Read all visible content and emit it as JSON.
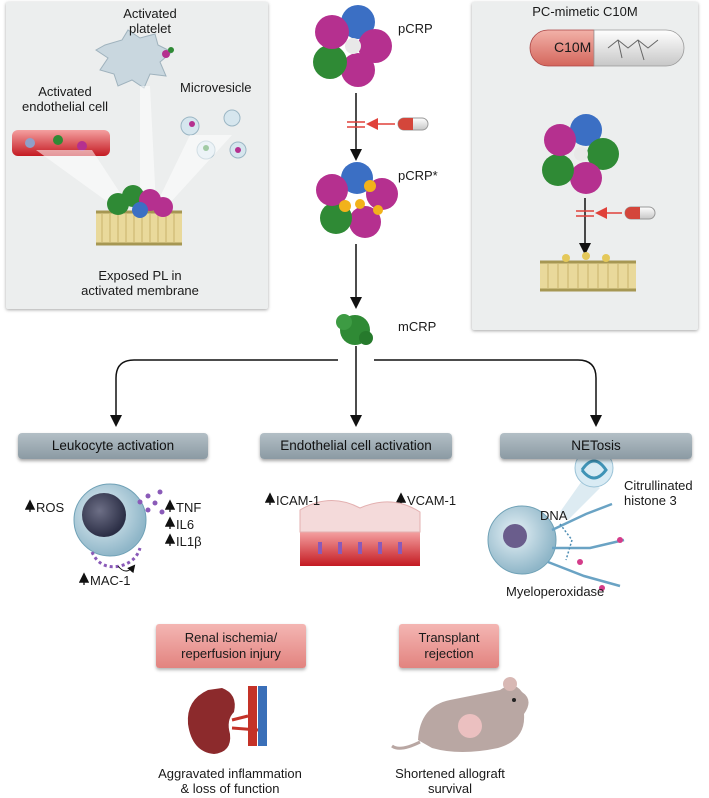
{
  "left_panel": {
    "activated_platelet": [
      "Activated",
      "platelet"
    ],
    "activated_endothelial_cell": [
      "Activated",
      "endothelial cell"
    ],
    "microvesicle": "Microvesicle",
    "exposed_pl": [
      "Exposed PL in",
      "activated membrane"
    ]
  },
  "center": {
    "pcrp": "pCRP",
    "pcrp_star": "pCRP*",
    "mcrp": "mCRP"
  },
  "right_panel": {
    "title": "PC-mimetic C10M",
    "capsule_label": "C10M"
  },
  "pathways": [
    {
      "label": "Leukocyte activation"
    },
    {
      "label": "Endothelial cell activation"
    },
    {
      "label": "NETosis"
    }
  ],
  "leukocyte": {
    "ros": "ROS",
    "cytokines": [
      "TNF",
      "IL6",
      "IL1β"
    ],
    "mac1": "MAC-1"
  },
  "endothelial": {
    "icam": "ICAM-1",
    "vcam": "VCAM-1"
  },
  "netosis": {
    "citrullinated": [
      "Citrullinated",
      "histone 3"
    ],
    "dna": "DNA",
    "mpo": "Myeloperoxidase"
  },
  "outcomes": [
    {
      "label": [
        "Renal ischemia/",
        "reperfusion injury"
      ],
      "result": [
        "Aggravated inflammation",
        "& loss of function"
      ]
    },
    {
      "label": [
        "Transplant",
        "rejection"
      ],
      "result": [
        "Shortened allograft",
        "survival"
      ]
    }
  ],
  "colors": {
    "panel": "#eceeee",
    "pill": "#9aa8b0",
    "outcome_box": "#eb9c98",
    "crp_magenta": "#b5308f",
    "crp_blue": "#3b6fc4",
    "crp_green": "#2f8a35",
    "crp_yellow": "#f2b21b",
    "inhibit_red": "#e0413a"
  }
}
